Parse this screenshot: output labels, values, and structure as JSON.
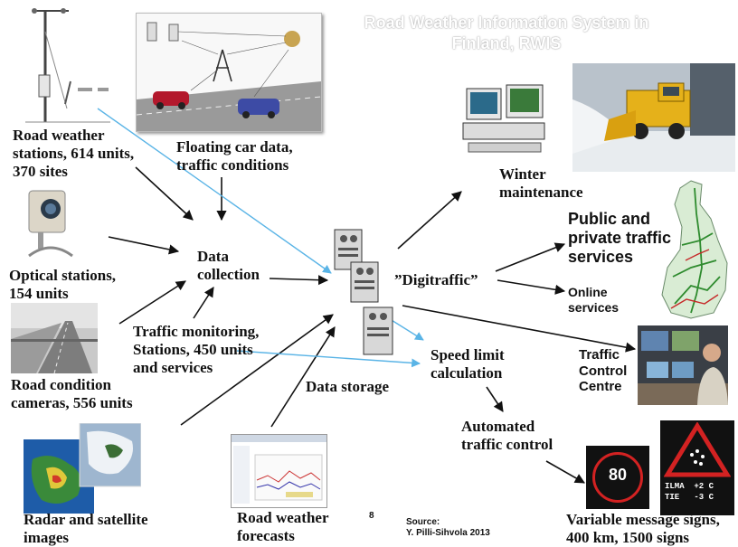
{
  "title": "Road Weather Information System in\nFinland, RWIS",
  "labels": {
    "road_weather_stations": "Road weather\nstations, 614 units,\n370 sites",
    "floating_car": "Floating car data,\ntraffic conditions",
    "optical_stations": "Optical stations,\n154 units",
    "data_collection": "Data\ncollection",
    "traffic_monitoring": "Traffic monitoring,\nStations, 450 units\nand services",
    "road_condition_cameras": "Road condition\ncameras, 556 units",
    "data_storage": "Data storage",
    "digitraffic": "”Digitraffic”",
    "winter_maintenance": "Winter\nmaintenance",
    "public_private": "Public and\nprivate traffic\nservices",
    "online_services": "Online\nservices",
    "speed_limit": "Speed limit\ncalculation",
    "traffic_control_centre": "Traffic\nControl\nCentre",
    "automated_control": "Automated\ntraffic control",
    "radar_satellite": "Radar and satellite\nimages",
    "road_weather_forecasts": "Road weather\nforecasts",
    "variable_signs": "Variable message signs,\n400 km, 1500 signs",
    "page_number": "8",
    "source": "Source:\nY. Pilli-Sihvola 2013"
  },
  "sign": {
    "speed": "80",
    "ilma": "ILMA  +2 C",
    "tie": "TIE   -3 C"
  },
  "colors": {
    "arrow": "#111111",
    "blue_arrow": "#5ab4e6",
    "sign_red": "#d32222",
    "map_green": "#2e8b2e",
    "map_red": "#c62828"
  },
  "icons": {
    "weather_mast": "road-weather-mast-icon",
    "vehicles": "floating-car-network-icon",
    "camera": "optical-station-camera-icon",
    "servers": "data-storage-server-icon",
    "computers": "workstation-icon",
    "snowplow": "snowplow-photo",
    "finland_map": "finland-road-map",
    "control_room": "control-room-photo",
    "radar": "radar-satellite-image",
    "forecast": "forecast-screenshot",
    "signs": "variable-message-signs"
  }
}
